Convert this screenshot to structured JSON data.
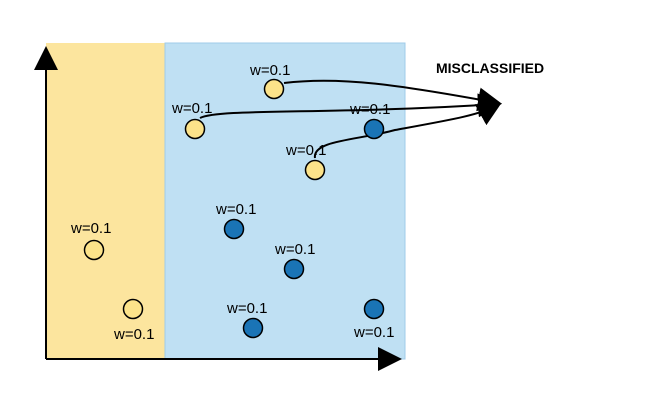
{
  "diagram": {
    "title": "MISCLASSIFIED",
    "colors": {
      "left_region": "#fce59e",
      "right_region": "#bfe0f3",
      "right_region_border": "#9fcbe8",
      "class_a_point": "#fce38a",
      "class_b_point": "#1a74b6",
      "point_outline": "#000000",
      "axis": "#000000"
    },
    "points": [
      {
        "id": "p1",
        "class": "a",
        "weight_label": "w=0.1"
      },
      {
        "id": "p2",
        "class": "a",
        "weight_label": "w=0.1"
      },
      {
        "id": "p3",
        "class": "b",
        "weight_label": "w=0.1"
      },
      {
        "id": "p4",
        "class": "a",
        "weight_label": "w=0.1"
      },
      {
        "id": "p5",
        "class": "b",
        "weight_label": "w=0.1"
      },
      {
        "id": "p6",
        "class": "b",
        "weight_label": "w=0.1"
      },
      {
        "id": "p7",
        "class": "a",
        "weight_label": "w=0.1"
      },
      {
        "id": "p8",
        "class": "a",
        "weight_label": "w=0.1"
      },
      {
        "id": "p9",
        "class": "b",
        "weight_label": "w=0.1"
      },
      {
        "id": "p10",
        "class": "b",
        "weight_label": "w=0.1"
      }
    ]
  }
}
